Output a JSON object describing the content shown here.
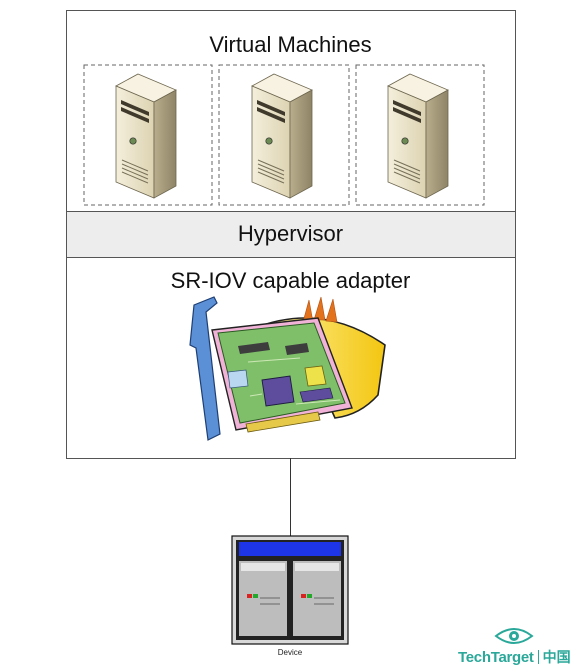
{
  "diagram": {
    "vm_section_title": "Virtual Machines",
    "hypervisor_label": "Hypervisor",
    "adapter_label": "SR-IOV capable adapter",
    "device_label": "Device",
    "servers": [
      {
        "icon": "server-tower-icon"
      },
      {
        "icon": "server-tower-icon"
      },
      {
        "icon": "server-tower-icon"
      }
    ]
  },
  "brand": {
    "name": "TechTarget",
    "region": "中国",
    "icon": "eye-logo-icon"
  },
  "colors": {
    "hypervisor_band": "#ededed",
    "server_body": "#f1ead2",
    "card_pcb": "#7fbf6a",
    "card_bracket": "#5b8fd6",
    "glow": "#f5d21f",
    "device_screen": "#1d35e6",
    "brand": "#2aa89a"
  }
}
